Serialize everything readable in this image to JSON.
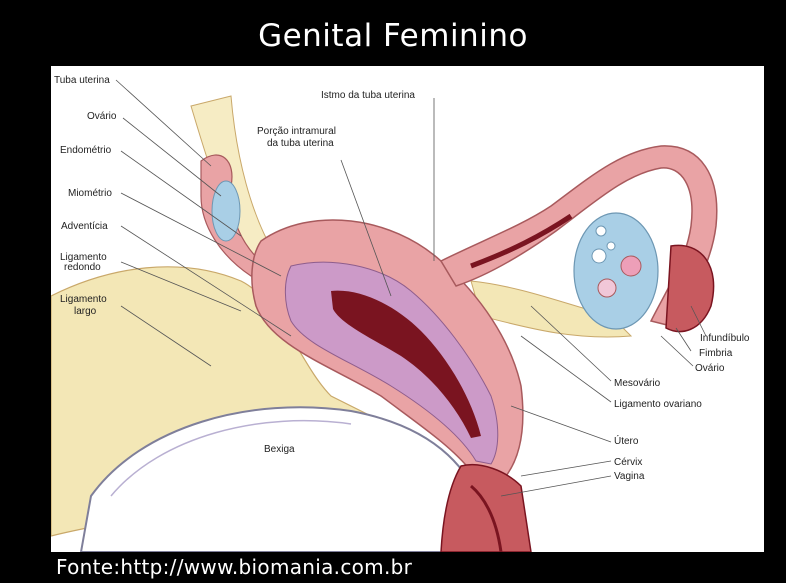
{
  "title": "Genital Feminino",
  "source": "Fonte:http://www.biomania.com.br",
  "labels": {
    "tuba_uterina": "Tuba uterina",
    "ovario_left": "Ovário",
    "endometrio": "Endométrio",
    "miometrio": "Miométrio",
    "adventicia": "Adventícia",
    "ligamento_redondo_1": "Ligamento",
    "ligamento_redondo_2": "redondo",
    "ligamento_largo_1": "Ligamento",
    "ligamento_largo_2": "largo",
    "istmo": "Istmo da tuba uterina",
    "porcao_1": "Porção intramural",
    "porcao_2": "da tuba uterina",
    "infundibulo": "Infundíbulo",
    "fimbria": "Fimbria",
    "ovario_right": "Ovário",
    "mesovario": "Mesovário",
    "ligamento_ovariano": "Ligamento ovariano",
    "utero": "Útero",
    "cervix": "Cérvix",
    "vagina": "Vagina",
    "bexiga": "Bexiga"
  },
  "colors": {
    "background": "#000000",
    "panel": "#ffffff",
    "muscle": "#e9a3a5",
    "mucosa": "#cc9ac8",
    "lumen": "#7a1420",
    "ligament": "#f3e7b6",
    "ovary": "#a9cfe6",
    "bladder": "#ffffff"
  }
}
